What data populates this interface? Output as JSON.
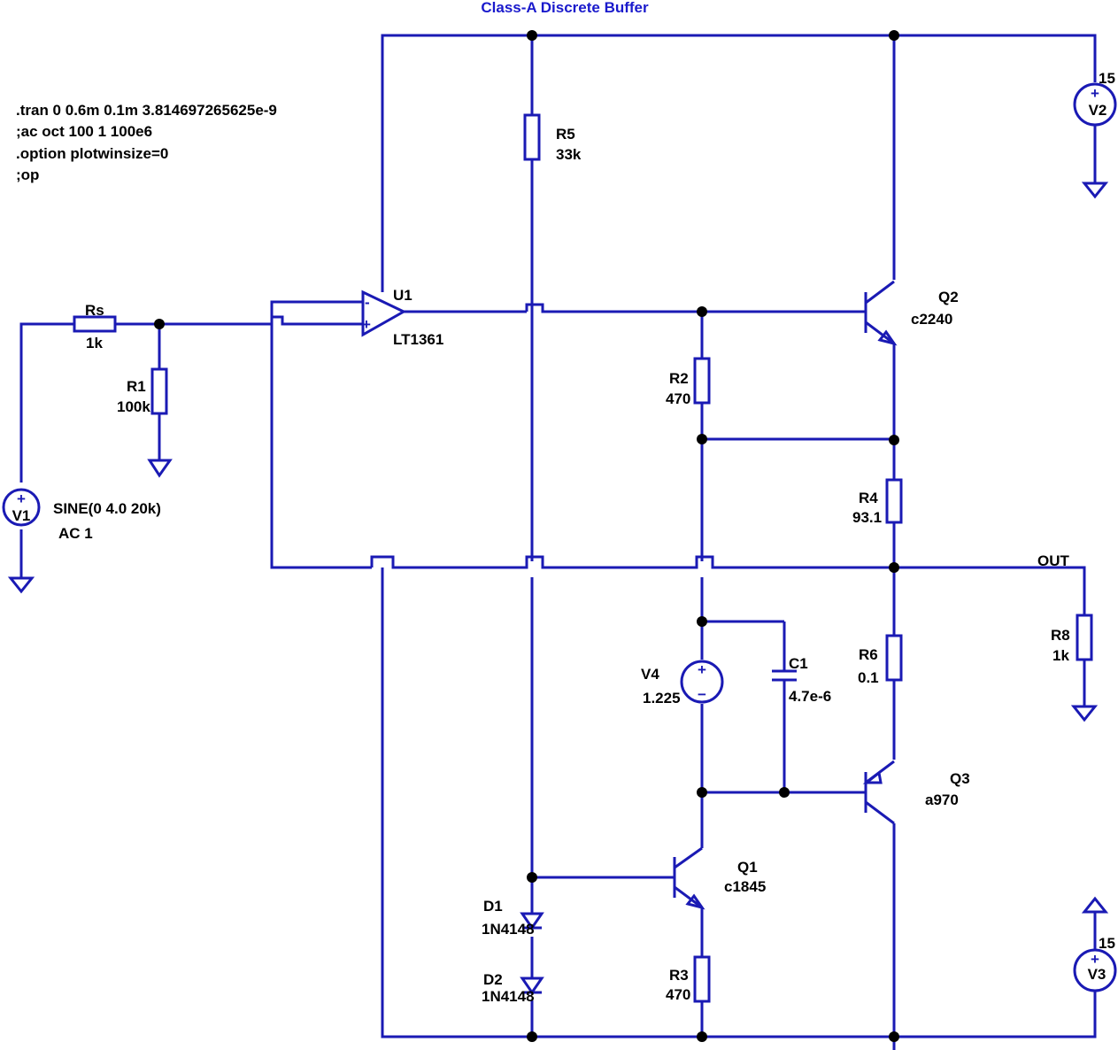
{
  "title": "Class-A Discrete Buffer",
  "directives": [
    ".tran 0 0.6m 0.1m 3.814697265625e-9",
    ";ac oct 100 1 100e6",
    ".option plotwinsize=0",
    ";op"
  ],
  "components": {
    "Rs": {
      "name": "Rs",
      "value": "1k"
    },
    "R1": {
      "name": "R1",
      "value": "100k"
    },
    "R2": {
      "name": "R2",
      "value": "470"
    },
    "R3": {
      "name": "R3",
      "value": "470"
    },
    "R4": {
      "name": "R4",
      "value": "93.1"
    },
    "R5": {
      "name": "R5",
      "value": "33k"
    },
    "R6": {
      "name": "R6",
      "value": "0.1"
    },
    "R8": {
      "name": "R8",
      "value": "1k"
    },
    "C1": {
      "name": "C1",
      "value": "4.7e-6"
    },
    "U1": {
      "name": "U1",
      "value": "LT1361"
    },
    "Q1": {
      "name": "Q1",
      "value": "c1845"
    },
    "Q2": {
      "name": "Q2",
      "value": "c2240"
    },
    "Q3": {
      "name": "Q3",
      "value": "a970"
    },
    "D1": {
      "name": "D1",
      "value": "1N4148"
    },
    "D2": {
      "name": "D2",
      "value": "1N4148"
    },
    "V1": {
      "name": "V1",
      "value": "SINE(0 4.0 20k)",
      "value2": "AC 1"
    },
    "V2": {
      "name": "V2",
      "value": "15"
    },
    "V3": {
      "name": "V3",
      "value": "15"
    },
    "V4": {
      "name": "V4",
      "value": "1.225"
    }
  },
  "net_labels": {
    "out": "OUT"
  },
  "symbols": {
    "plus": "+",
    "minus": "−",
    "opamp_minus": "-"
  },
  "colors": {
    "wire": "#1a1ab4",
    "title": "#1a1acc",
    "text": "#000000"
  }
}
